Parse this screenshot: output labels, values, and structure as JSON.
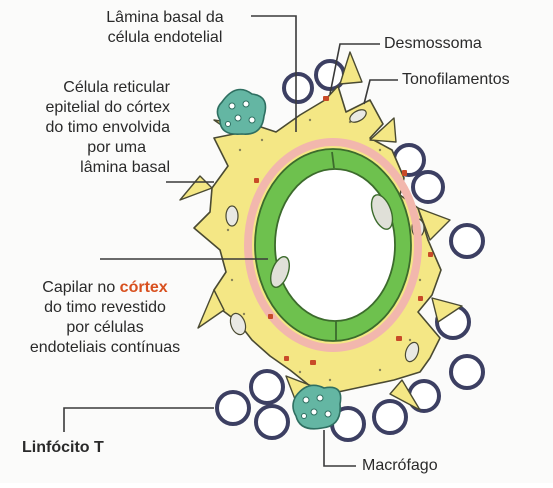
{
  "labels": {
    "lamina_basal_line1": "Lâmina basal da",
    "lamina_basal_line2": "célula endotelial",
    "desmossoma": "Desmossoma",
    "tonofilamentos": "Tonofilamentos",
    "reticular_line1": "Célula reticular",
    "reticular_line2": "epitelial do córtex",
    "reticular_line3": "do timo envolvida",
    "reticular_line4": "por uma",
    "reticular_line5": "lâmina basal",
    "capilar_prefix": "Capilar no ",
    "capilar_highlight": "córtex",
    "capilar_line2": "do timo revestido",
    "capilar_line3": "por células",
    "capilar_line4": "endoteliais contínuas",
    "linfocito": "Linfócito T",
    "macrofago": "Macrófago"
  },
  "colors": {
    "reticular_cell": "#f4e785",
    "capillary_wall": "#6ec14e",
    "basal_lamina": "#f2b7ad",
    "lymphocyte_ring": "#3c3f62",
    "macrophage": "#64b6a3",
    "highlight_text": "#d8501e"
  }
}
